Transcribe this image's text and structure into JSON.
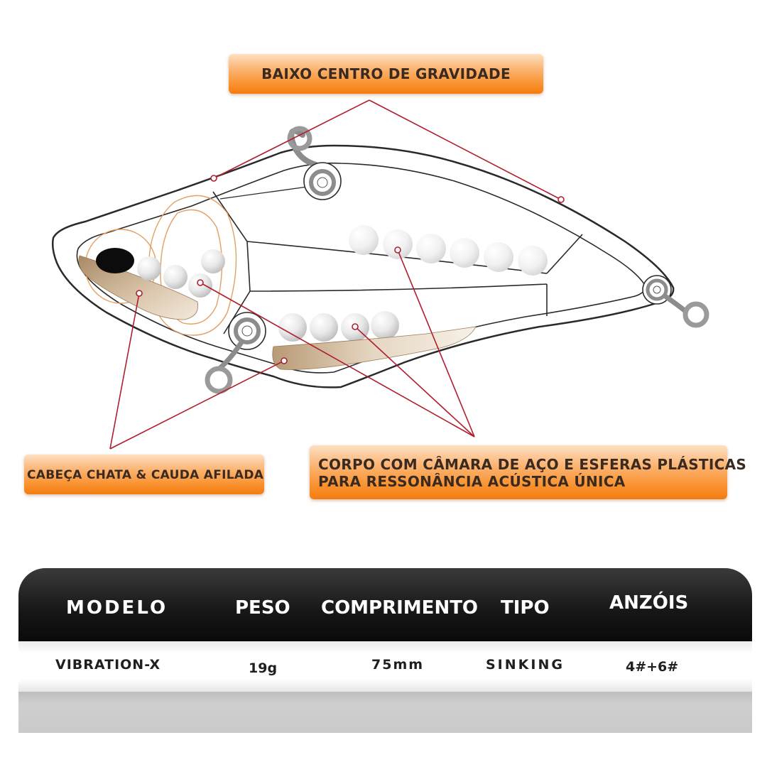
{
  "callouts": {
    "gravity": "BAIXO CENTRO DE GRAVIDADE",
    "head_tail": "CABEÇA CHATA & CAUDA AFILADA",
    "body_line1": "CORPO COM CÂMARA DE AÇO E ESFERAS PLÁSTICAS",
    "body_line2": "PARA RESSONÂNCIA ACÚSTICA ÚNICA"
  },
  "specs": {
    "headers": [
      "MODELO",
      "PESO",
      "COMPRIMENTO",
      "TIPO",
      "ANZÓIS"
    ],
    "values": [
      "VIBRATION-X",
      "19g",
      "75mm",
      "SINKING",
      "4#+6#"
    ]
  },
  "colors": {
    "callout_orange": "#f98f2a",
    "leader_line": "#b01e2e",
    "table_header": "#111111"
  }
}
